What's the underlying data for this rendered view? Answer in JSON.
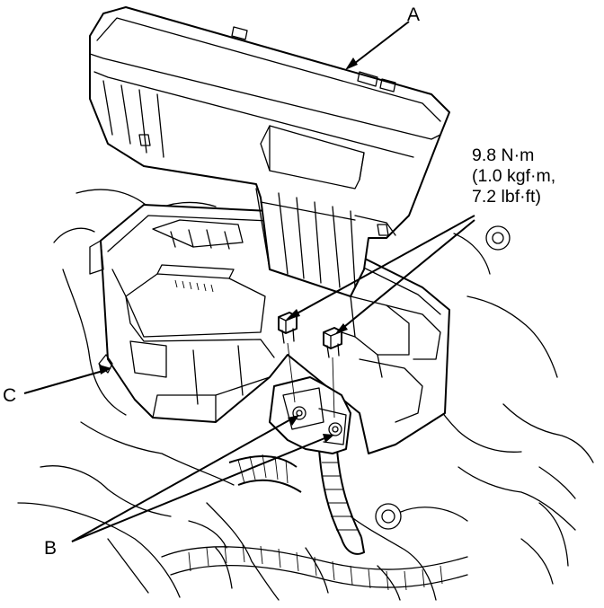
{
  "labels": {
    "a": "A",
    "b": "B",
    "c": "C"
  },
  "torque": {
    "line1": "9.8 N·m",
    "line2": "(1.0 kgf·m,",
    "line3": "7.2 lbf·ft)"
  }
}
